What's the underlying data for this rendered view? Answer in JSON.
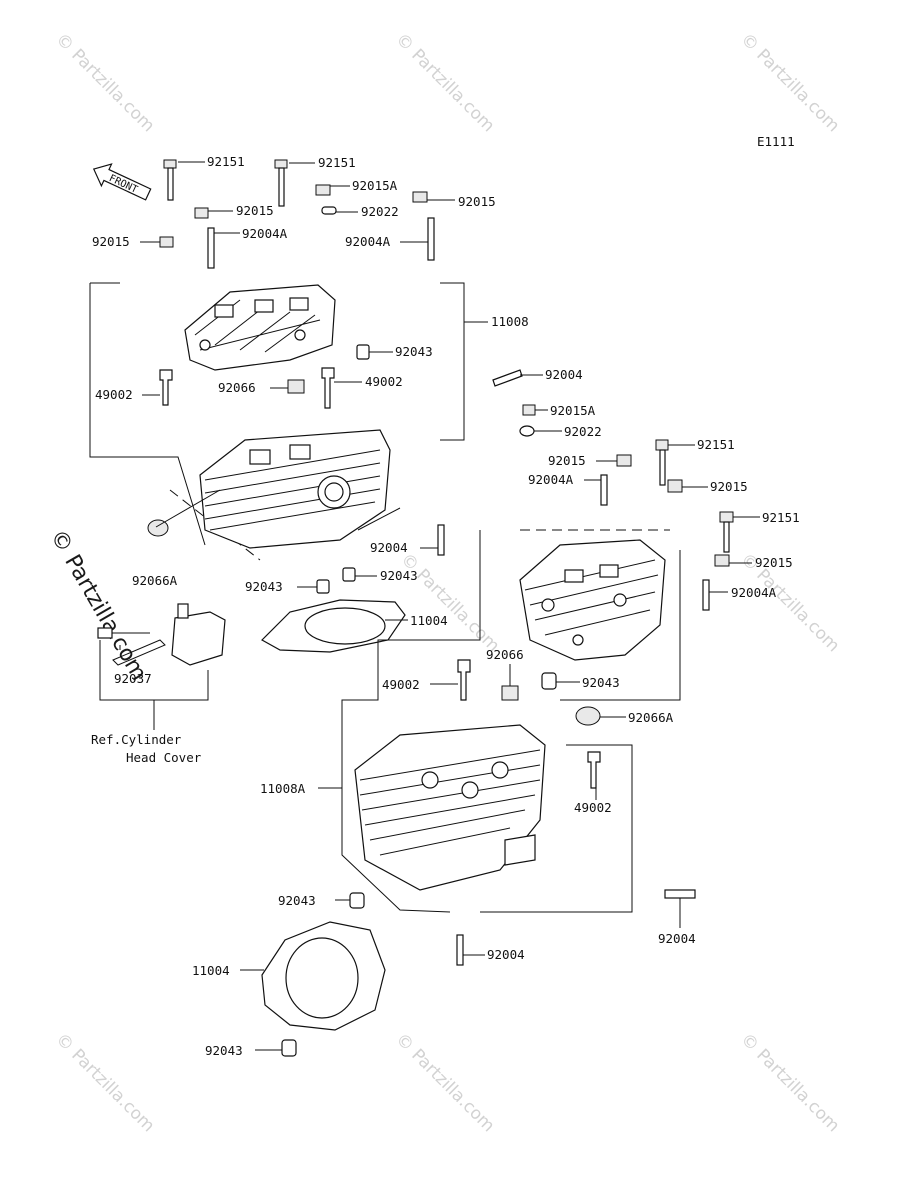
{
  "diagram": {
    "code": "E1111",
    "front_label": "FRONT",
    "reference_note": [
      "Ref.Cylinder",
      "Head Cover"
    ],
    "watermark": "© Partzilla.com",
    "callouts": {
      "c92151_a": "92151",
      "c92151_b": "92151",
      "c92015A_a": "92015A",
      "c92015_a": "92015",
      "c92022_a": "92022",
      "c92015_b": "92015",
      "c92004A_a": "92004A",
      "c92015_c": "92015",
      "c92004A_b": "92004A",
      "c11008": "11008",
      "c92043_a": "92043",
      "c49002_a": "49002",
      "c92066_a": "92066",
      "c49002_b": "49002",
      "c92004_a": "92004",
      "c92015A_b": "92015A",
      "c92022_b": "92022",
      "c92151_c": "92151",
      "c92015_d": "92015",
      "c92004A_c": "92004A",
      "c92015_e": "92015",
      "c92151_d": "92151",
      "c92004_b": "92004",
      "c92066A_a": "92066A",
      "c92043_b": "92043",
      "c92043_c": "92043",
      "c92015_f": "92015",
      "c92004A_d": "92004A",
      "c11004_a": "11004",
      "c92037": "92037",
      "c92066_b": "92066",
      "c49002_c": "49002",
      "c92043_d": "92043",
      "c92066A_b": "92066A",
      "c11008A": "11008A",
      "c49002_d": "49002",
      "c92043_e": "92043",
      "c92004_c": "92004",
      "c92004_d": "92004",
      "c11004_b": "11004",
      "c92043_f": "92043"
    }
  }
}
